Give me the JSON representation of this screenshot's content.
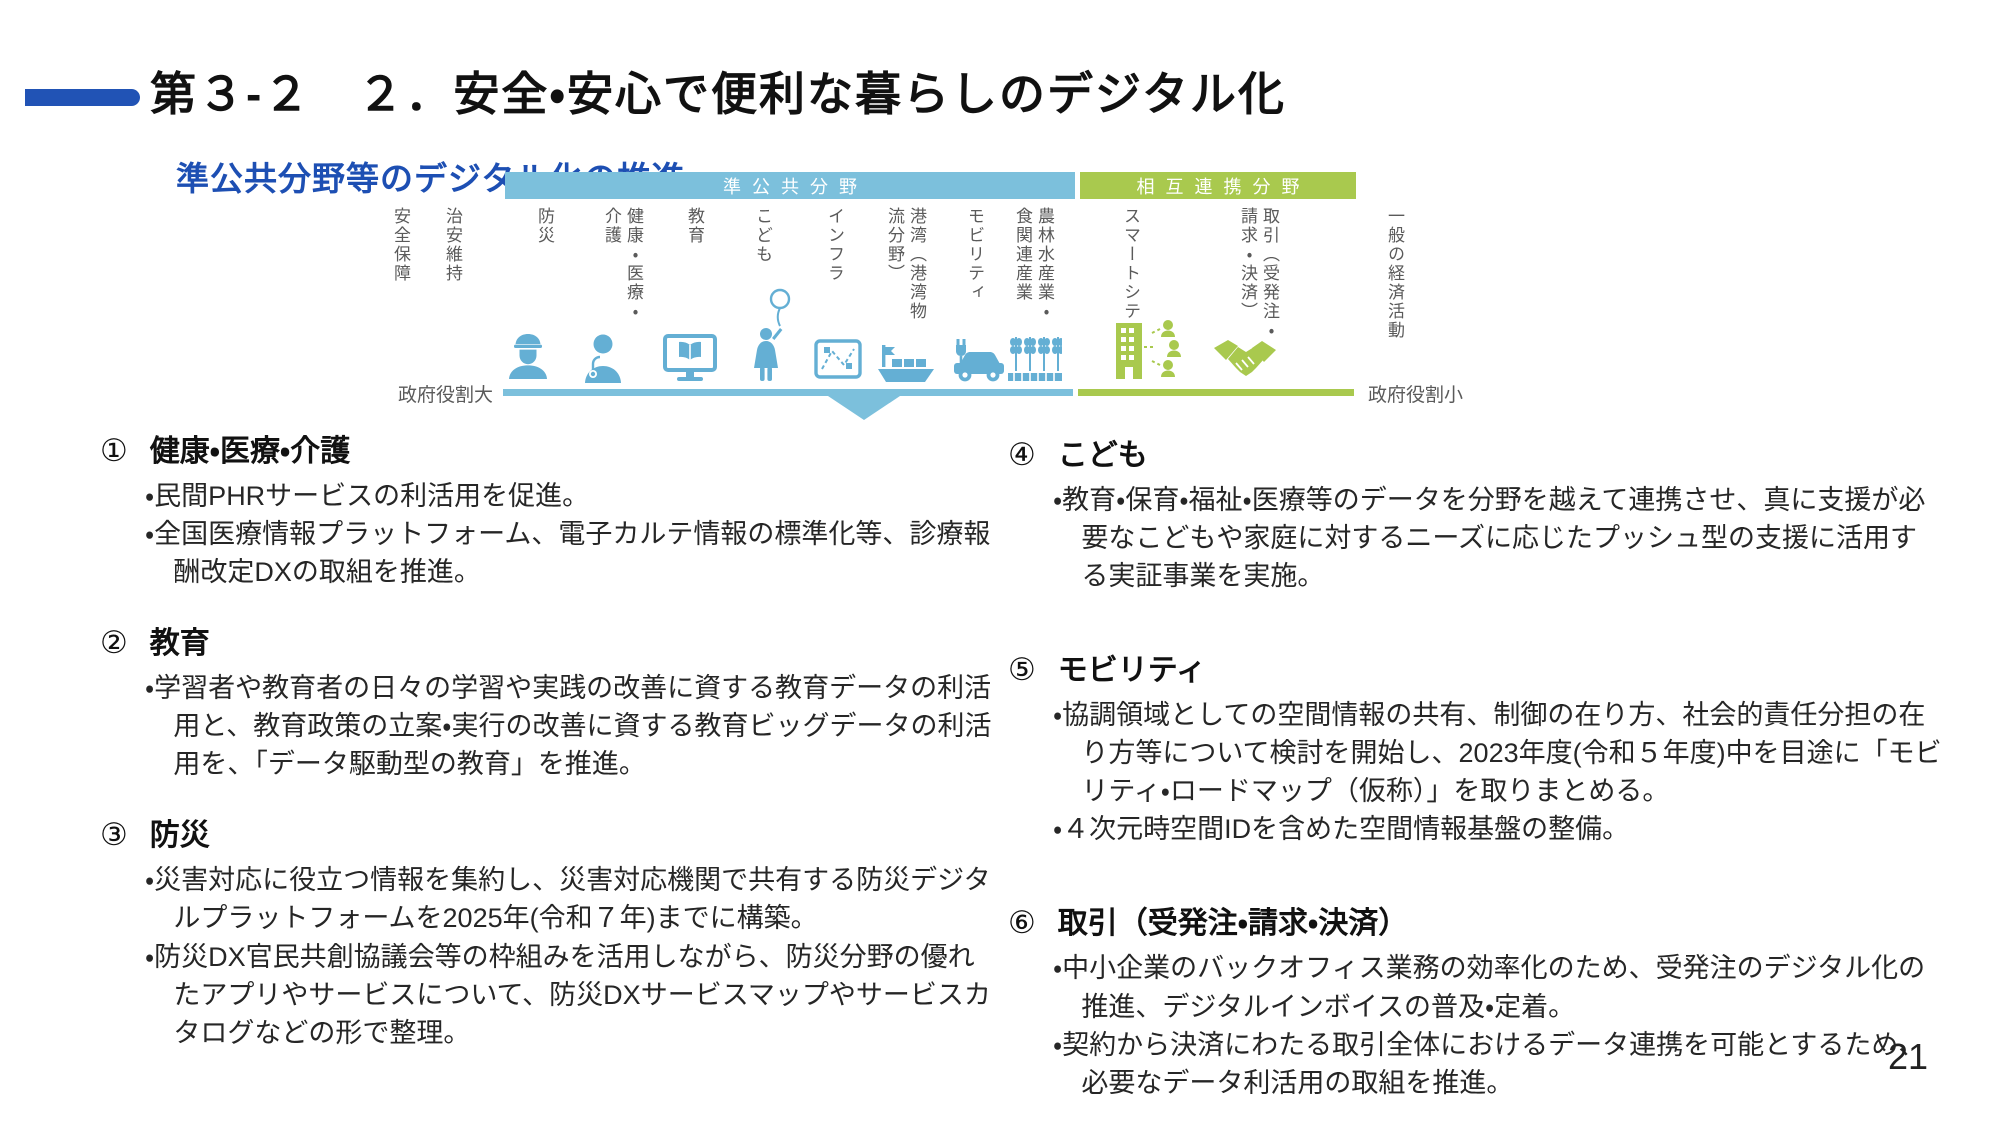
{
  "slide": {
    "section_no": "第３-２",
    "title": "２．安全・安心で便利な暮らしのデジタル化",
    "subtitle": "準公共分野等のデジタル化の推進",
    "page_number": "21"
  },
  "diagram": {
    "quasi_public_label": "準公共分野",
    "mutual_label": "相互連携分野",
    "gov_role_large": "政府役割大",
    "gov_role_small": "政府役割小",
    "colors": {
      "accent_blue": "#2153b5",
      "band_blue": "#7cc0dc",
      "band_green": "#a9c94e",
      "label_gray": "#5a5a5a"
    },
    "fields": {
      "security": "安全保障",
      "public_order": "治安維持",
      "disaster": "防災",
      "health": "健康・医療・介護",
      "education": "教育",
      "children": "こども",
      "infrastructure": "インフラ",
      "port": "港湾（港湾物流分野）",
      "mobility": "モビリティ",
      "agriculture": "農林水産業・食関連産業",
      "smart_city": "スマートシティ",
      "transaction": "取引（受発注・請求・決済）",
      "general_economy": "一般の経済活動"
    }
  },
  "sections": [
    {
      "number": "①",
      "title": "健康・医療・介護",
      "bullets": [
        "・民間PHRサービスの利活用を促進。",
        "・全国医療情報プラットフォーム、電子カルテ情報の標準化等、診療報酬改定DXの取組を推進。"
      ]
    },
    {
      "number": "②",
      "title": "教育",
      "bullets": [
        "・学習者や教育者の日々の学習や実践の改善に資する教育データの利活用と、教育政策の立案・実行の改善に資する教育ビッグデータの利活用を、「データ駆動型の教育」を推進。"
      ]
    },
    {
      "number": "③",
      "title": "防災",
      "bullets": [
        "・災害対応に役立つ情報を集約し、災害対応機関で共有する防災デジタルプラットフォームを2025年(令和７年)までに構築。",
        "・防災DX官民共創協議会等の枠組みを活用しながら、防災分野の優れたアプリやサービスについて、防災DXサービスマップやサービスカタログなどの形で整理。"
      ]
    },
    {
      "number": "④",
      "title": "こども",
      "bullets": [
        "・教育・保育・福祉・医療等のデータを分野を越えて連携させ、真に支援が必要なこどもや家庭に対するニーズに応じたプッシュ型の支援に活用する実証事業を実施。"
      ]
    },
    {
      "number": "⑤",
      "title": "モビリティ",
      "bullets": [
        "・協調領域としての空間情報の共有、制御の在り方、社会的責任分担の在り方等について検討を開始し、2023年度(令和５年度)中を目途に「モビリティ・ロードマップ（仮称）」を取りまとめる。",
        "・４次元時空間IDを含めた空間情報基盤の整備。"
      ]
    },
    {
      "number": "⑥",
      "title": "取引（受発注・請求・決済）",
      "bullets": [
        "・中小企業のバックオフィス業務の効率化のため、受発注のデジタル化の推進、デジタルインボイスの普及・定着。",
        "・契約から決済にわたる取引全体におけるデータ連携を可能とするため、必要なデータ利活用の取組を推進。"
      ]
    }
  ]
}
